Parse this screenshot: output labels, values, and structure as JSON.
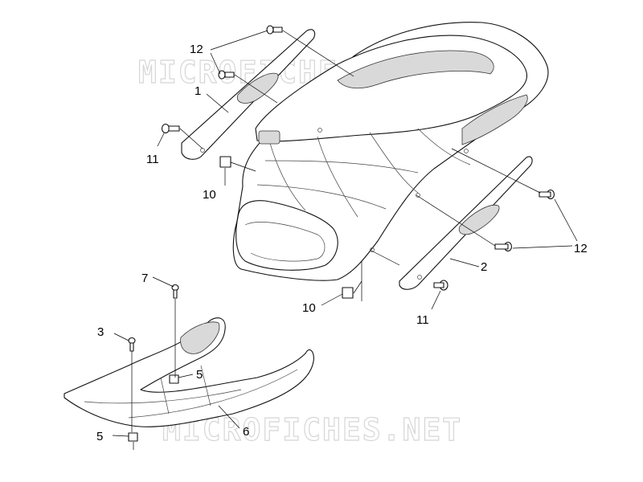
{
  "watermark": {
    "text_top": "MICROFICHES.NET",
    "text_bottom": "MICROFICHES.NET"
  },
  "callouts": {
    "c1": "1",
    "c2": "2",
    "c3": "3",
    "c5a": "5",
    "c5b": "5",
    "c6": "6",
    "c7": "7",
    "c10a": "10",
    "c10b": "10",
    "c11a": "11",
    "c11b": "11",
    "c12a": "12",
    "c12b": "12"
  },
  "colors": {
    "line": "#000000",
    "watermark_outline": "#d2d2d2",
    "shade": "#d9d9d9"
  }
}
